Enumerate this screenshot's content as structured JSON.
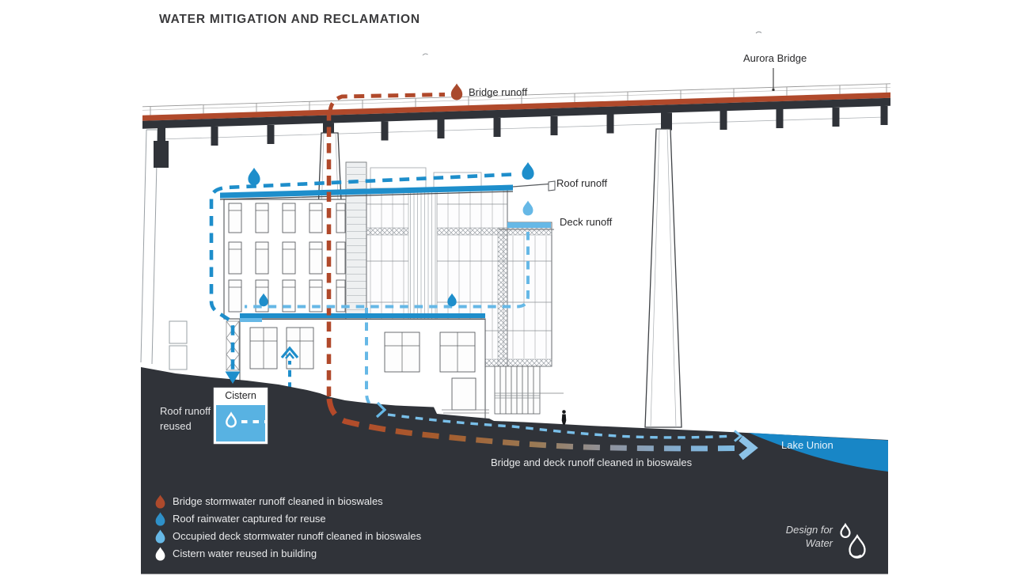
{
  "title": "WATER MITIGATION AND RECLAMATION",
  "annotations": {
    "aurora_bridge": "Aurora Bridge",
    "bridge_runoff": "Bridge runoff",
    "roof_runoff": "Roof runoff",
    "deck_runoff": "Deck runoff",
    "cistern": "Cistern",
    "roof_runoff_reused": "Roof runoff reused",
    "lake_union": "Lake Union",
    "bioswales_caption": "Bridge and deck runoff cleaned in bioswales"
  },
  "legend": {
    "items": [
      {
        "icon": "drop",
        "color": "#ad4a2c",
        "label": "Bridge stormwater runoff cleaned in bioswales"
      },
      {
        "icon": "drop",
        "color": "#2e90c8",
        "label": "Roof rainwater captured for reuse"
      },
      {
        "icon": "drop",
        "color": "#66b8e6",
        "label": "Occupied deck stormwater runoff cleaned in bioswales"
      },
      {
        "icon": "drop",
        "color": "#ffffff",
        "label": "Cistern water reused in building"
      }
    ]
  },
  "logo": {
    "line1": "Design for",
    "line2": "Water"
  },
  "colors": {
    "rust": "#b0492b",
    "rust_drop": "#a94a2d",
    "blue": "#1e8ecb",
    "light_blue": "#66b8e6",
    "pale_blue": "#79bfe9",
    "lake_blue": "#1886c6",
    "cistern_blue": "#58b2e2",
    "ground_dark": "#303339",
    "white": "#ffffff"
  }
}
